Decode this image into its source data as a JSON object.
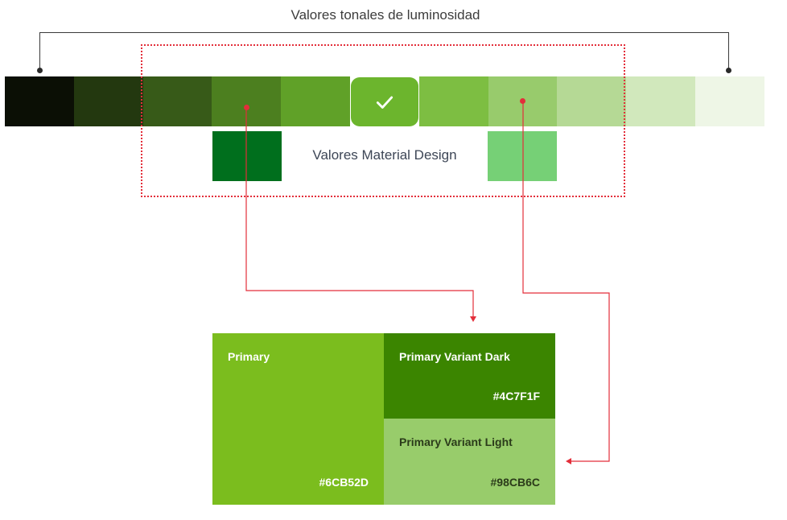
{
  "title": "Valores tonales de luminosidad",
  "material_label": "Valores Material Design",
  "tonal_swatches": [
    "#0b0f05",
    "#23380f",
    "#375a18",
    "#4c7f1f",
    "#60a128",
    "#6cb52d",
    "#7dbe42",
    "#98cb6c",
    "#b5d995",
    "#d1e8bc",
    "#eef6e6"
  ],
  "selected_swatch_index": 5,
  "material_swatches": {
    "dark": "#006f1d",
    "light": "#76d076"
  },
  "palette": {
    "primary": {
      "name": "Primary",
      "hex": "#6CB52D",
      "color": "#7bbd1e"
    },
    "variant_dark": {
      "name": "Primary Variant Dark",
      "hex": "#4C7F1F",
      "color": "#3b8500"
    },
    "variant_light": {
      "name": "Primary Variant Light",
      "hex": "#98CB6C",
      "color": "#98cc6b"
    }
  },
  "colors": {
    "accent_red": "#e32e3a",
    "bracket": "#3a3a3a"
  },
  "icons": {
    "selected": "check-icon"
  }
}
